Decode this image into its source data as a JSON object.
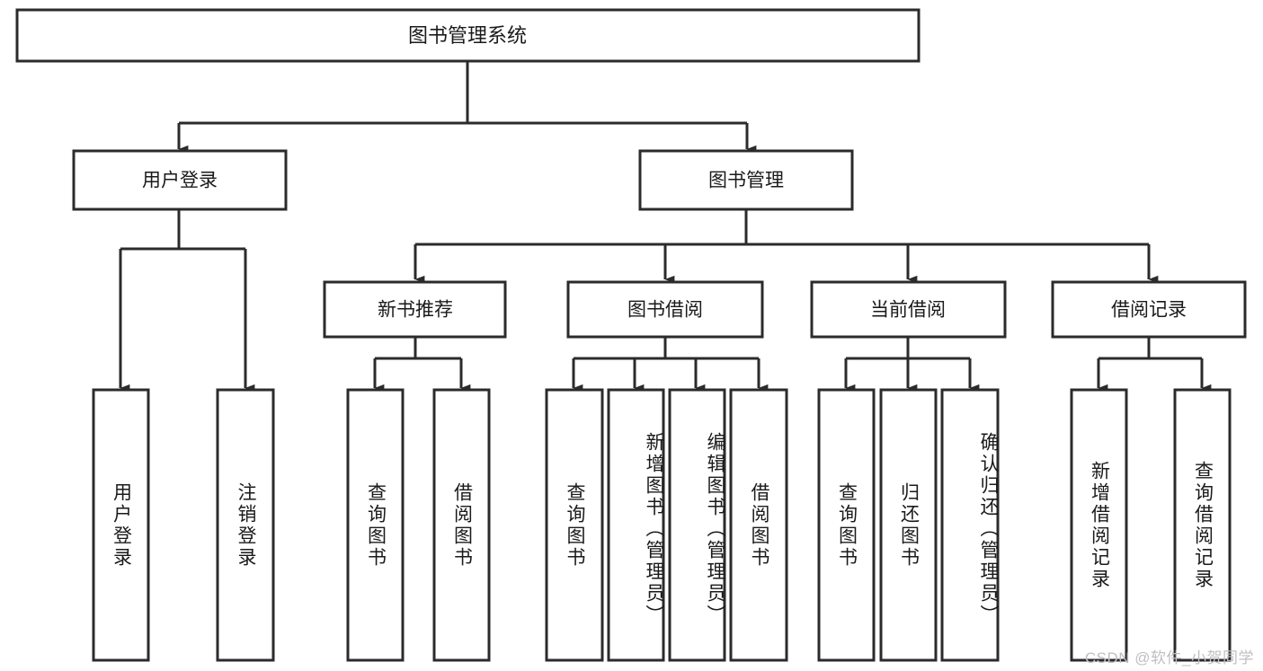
{
  "diagram": {
    "type": "tree-hierarchy-chart",
    "title": "图书管理系统",
    "root": {
      "id": "root",
      "label": "图书管理系统"
    },
    "level2": [
      {
        "id": "user-login",
        "label": "用户登录"
      },
      {
        "id": "book-management",
        "label": "图书管理"
      }
    ],
    "level3": [
      {
        "id": "new-book-recommend",
        "label": "新书推荐",
        "parent": "book-management"
      },
      {
        "id": "book-borrow",
        "label": "图书借阅",
        "parent": "book-management"
      },
      {
        "id": "current-borrow",
        "label": "当前借阅",
        "parent": "book-management"
      },
      {
        "id": "borrow-record",
        "label": "借阅记录",
        "parent": "book-management"
      }
    ],
    "leaves": [
      {
        "id": "leaf-user-login",
        "label": "用户登录",
        "parent": "user-login"
      },
      {
        "id": "leaf-user-logout",
        "label": "注销登录",
        "parent": "user-login"
      },
      {
        "id": "leaf-query-book-1",
        "label": "查询图书",
        "parent": "new-book-recommend"
      },
      {
        "id": "leaf-borrow-book-1",
        "label": "借阅图书",
        "parent": "new-book-recommend"
      },
      {
        "id": "leaf-query-book-2",
        "label": "查询图书",
        "parent": "book-borrow"
      },
      {
        "id": "leaf-add-book",
        "label": "新增图书（管理员）",
        "parent": "book-borrow"
      },
      {
        "id": "leaf-edit-book",
        "label": "编辑图书（管理员）",
        "parent": "book-borrow"
      },
      {
        "id": "leaf-borrow-book-2",
        "label": "借阅图书",
        "parent": "book-borrow"
      },
      {
        "id": "leaf-query-book-3",
        "label": "查询图书",
        "parent": "current-borrow"
      },
      {
        "id": "leaf-return-book",
        "label": "归还图书",
        "parent": "current-borrow"
      },
      {
        "id": "leaf-confirm-return",
        "label": "确认归还（管理员）",
        "parent": "current-borrow"
      },
      {
        "id": "leaf-add-record",
        "label": "新增借阅记录",
        "parent": "borrow-record"
      },
      {
        "id": "leaf-query-record",
        "label": "查询借阅记录",
        "parent": "borrow-record"
      }
    ],
    "colors": {
      "stroke": "#2b2b2b",
      "fill": "#ffffff",
      "text": "#1a1a1a",
      "watermark": "#bfbfbf",
      "background": "#ffffff"
    }
  },
  "watermark": {
    "text": "CSDN @软件_小贺同学"
  }
}
